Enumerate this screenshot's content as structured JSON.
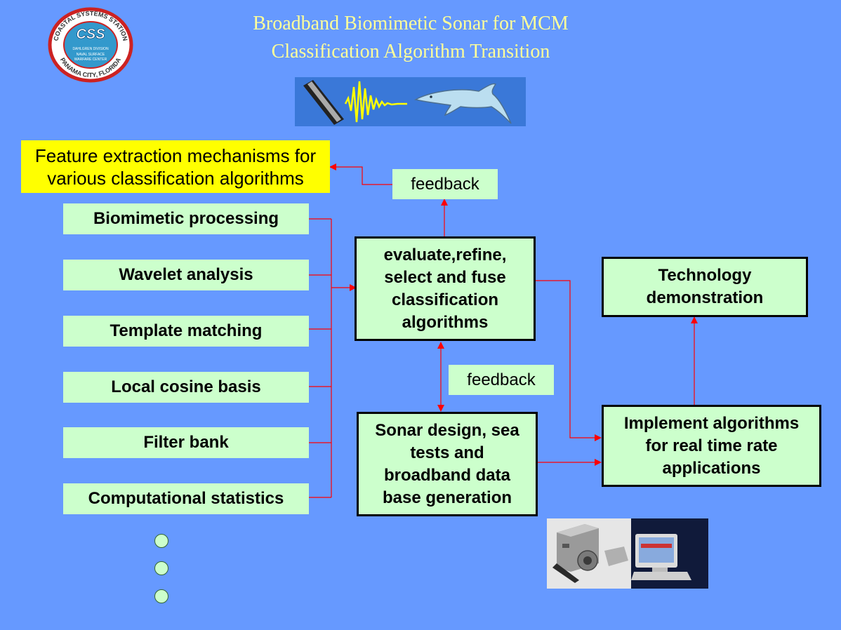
{
  "logo": {
    "arc_top": "COASTAL SYSTEMS STATION",
    "center": "CSS",
    "small_line1": "DAHLGREN DIVISION",
    "small_line2": "NAVAL SURFACE",
    "small_line3": "WARFARE CENTER",
    "arc_bottom": "PANAMA CITY, FLORIDA"
  },
  "title": {
    "line1": "Broadband Biomimetic Sonar for MCM",
    "line2": "Classification Algorithm Transition"
  },
  "feature_box": "Feature extraction mechanisms for various classification algorithms",
  "methods": [
    "Biomimetic processing",
    "Wavelet analysis",
    "Template matching",
    "Local cosine basis",
    "Filter bank",
    "Computational statistics"
  ],
  "evaluate_box": "evaluate,refine, select and fuse classification algorithms",
  "feedback_top": "feedback",
  "feedback_mid": "feedback",
  "sonar_box": "Sonar design, sea tests and broadband data base generation",
  "implement_box": "Implement algorithms for real time  rate applications",
  "tech_box": "Technology demonstration",
  "colors": {
    "background": "#6699ff",
    "box_fill": "#ccffcc",
    "highlight": "#ffff00",
    "connector": "#ff0000",
    "title": "#ffff99"
  }
}
